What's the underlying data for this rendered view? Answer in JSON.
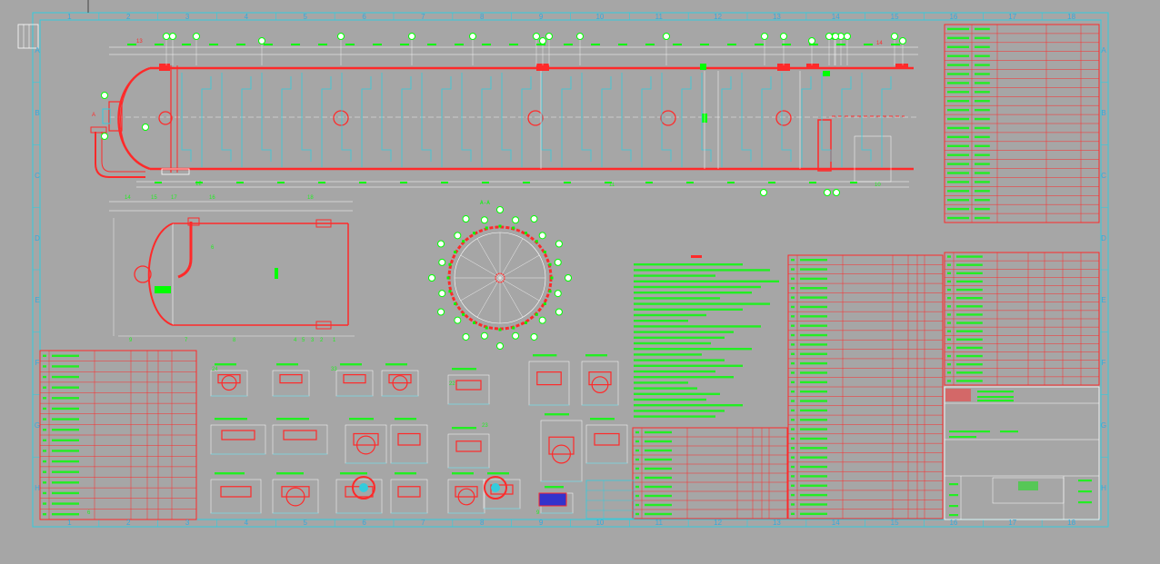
{
  "drawing": {
    "column_zones": [
      "1",
      "2",
      "3",
      "4",
      "5",
      "6",
      "7",
      "8",
      "9",
      "10",
      "11",
      "12",
      "13",
      "14",
      "15",
      "16",
      "17",
      "18"
    ],
    "row_zones": [
      "A",
      "B",
      "C",
      "D",
      "E",
      "F",
      "G",
      "H"
    ],
    "part_numbers": {
      "p13": "13",
      "p14_top": "14",
      "p11": "11",
      "p10": "10",
      "p12": "12",
      "p15": "15",
      "p16": "16",
      "p18": "18",
      "p17": "17",
      "p14_side": "14",
      "p1": "1",
      "p2": "2",
      "p3": "3",
      "p4": "4",
      "p5": "5",
      "p7": "7",
      "p8": "8",
      "p9": "9",
      "p6": "6",
      "pA": "A"
    },
    "detail_numbers": {
      "d22": "22",
      "d23": "23",
      "d33": "33",
      "d24": "24"
    },
    "notes": {
      "item_6_label": "6",
      "item_9_label": "9"
    }
  }
}
